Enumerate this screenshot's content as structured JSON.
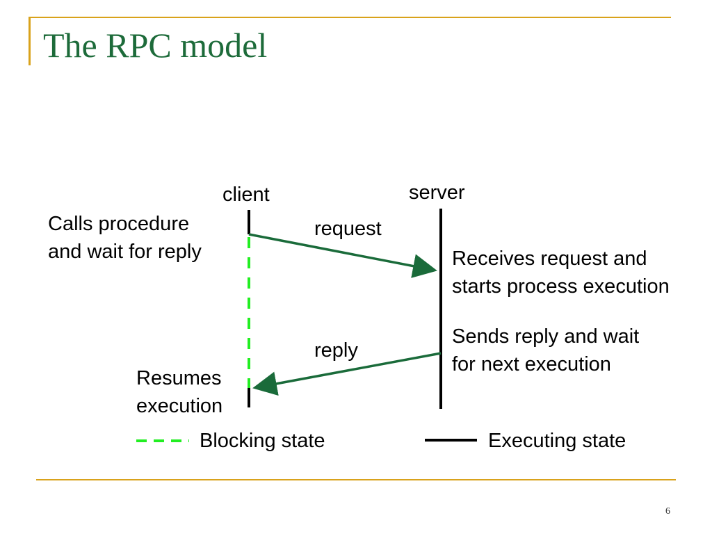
{
  "slide": {
    "title": "The RPC model",
    "page_number": "6"
  },
  "diagram": {
    "client_label": "client",
    "server_label": "server",
    "client_call_note": [
      "Calls procedure",
      "and wait for reply"
    ],
    "request_label": "request",
    "server_receive_note": [
      "Receives request and",
      "starts process execution"
    ],
    "server_reply_note": [
      "Sends reply and wait",
      "for next execution"
    ],
    "reply_label": "reply",
    "client_resume_note": [
      "Resumes",
      "execution"
    ]
  },
  "legend": {
    "blocking_label": "Blocking state",
    "executing_label": "Executing state"
  },
  "colors": {
    "accent_frame": "#d9a21b",
    "title": "#1d6b3a",
    "arrow": "#1a6b3a",
    "blocking": "#22ee22",
    "executing": "#000000"
  }
}
